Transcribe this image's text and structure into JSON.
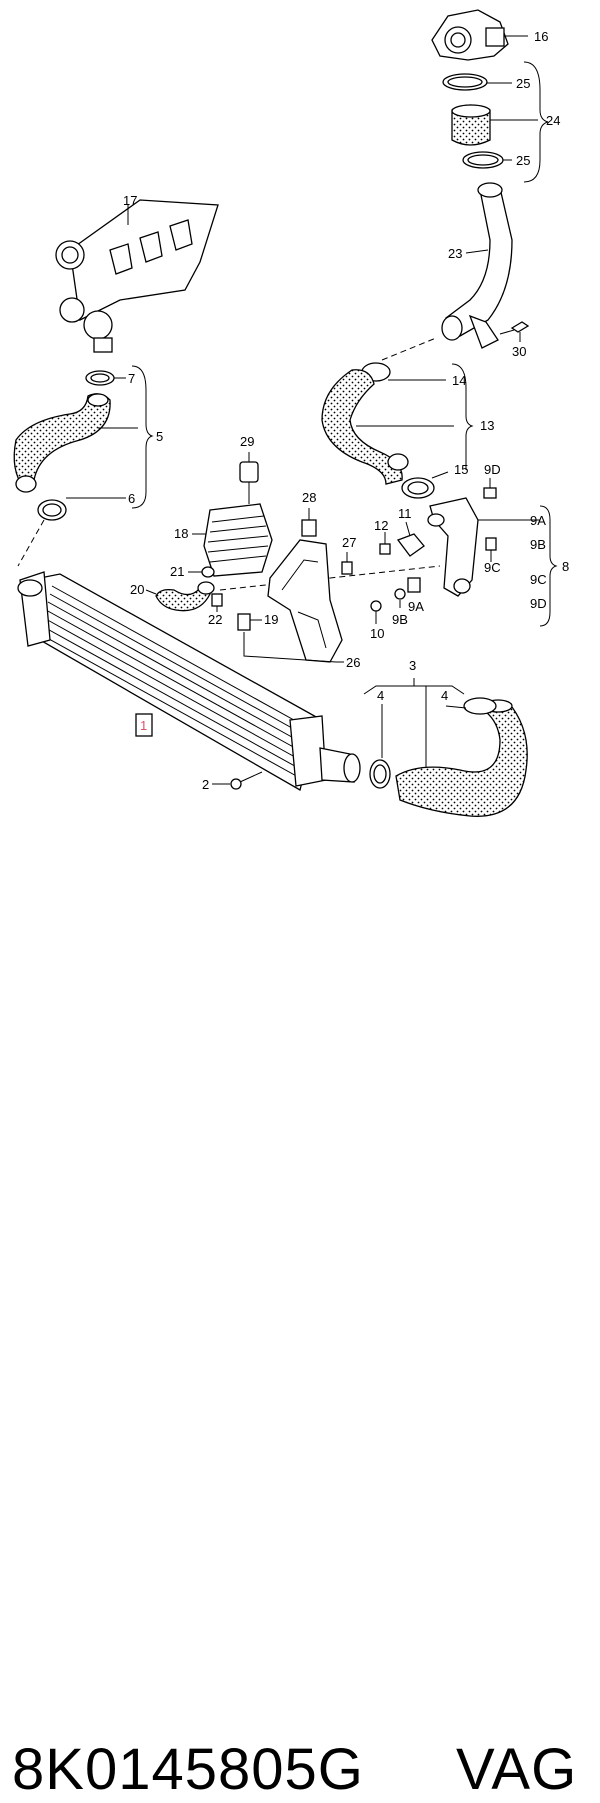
{
  "diagram": {
    "callouts": {
      "c1": "1",
      "c2": "2",
      "c3": "3",
      "c4a": "4",
      "c4b": "4",
      "c5": "5",
      "c6": "6",
      "c7": "7",
      "c8": "8",
      "c9a_ref": "9A",
      "c9b_ref": "9B",
      "c9c_ref": "9C",
      "c9d_ref": "9D",
      "c9a_list": "9A",
      "c9b_list": "9B",
      "c9c_list": "9C",
      "c9d_list": "9D",
      "c10": "10",
      "c11": "11",
      "c12": "12",
      "c13": "13",
      "c14": "14",
      "c15": "15",
      "c16": "16",
      "c17": "17",
      "c18": "18",
      "c19": "19",
      "c20": "20",
      "c21": "21",
      "c22": "22",
      "c23": "23",
      "c24": "24",
      "c25a": "25",
      "c25b": "25",
      "c26": "26",
      "c27": "27",
      "c28": "28",
      "c29": "29",
      "c30": "30"
    }
  },
  "caption": {
    "part_number": "8K0145805G",
    "brand": "VAG"
  }
}
